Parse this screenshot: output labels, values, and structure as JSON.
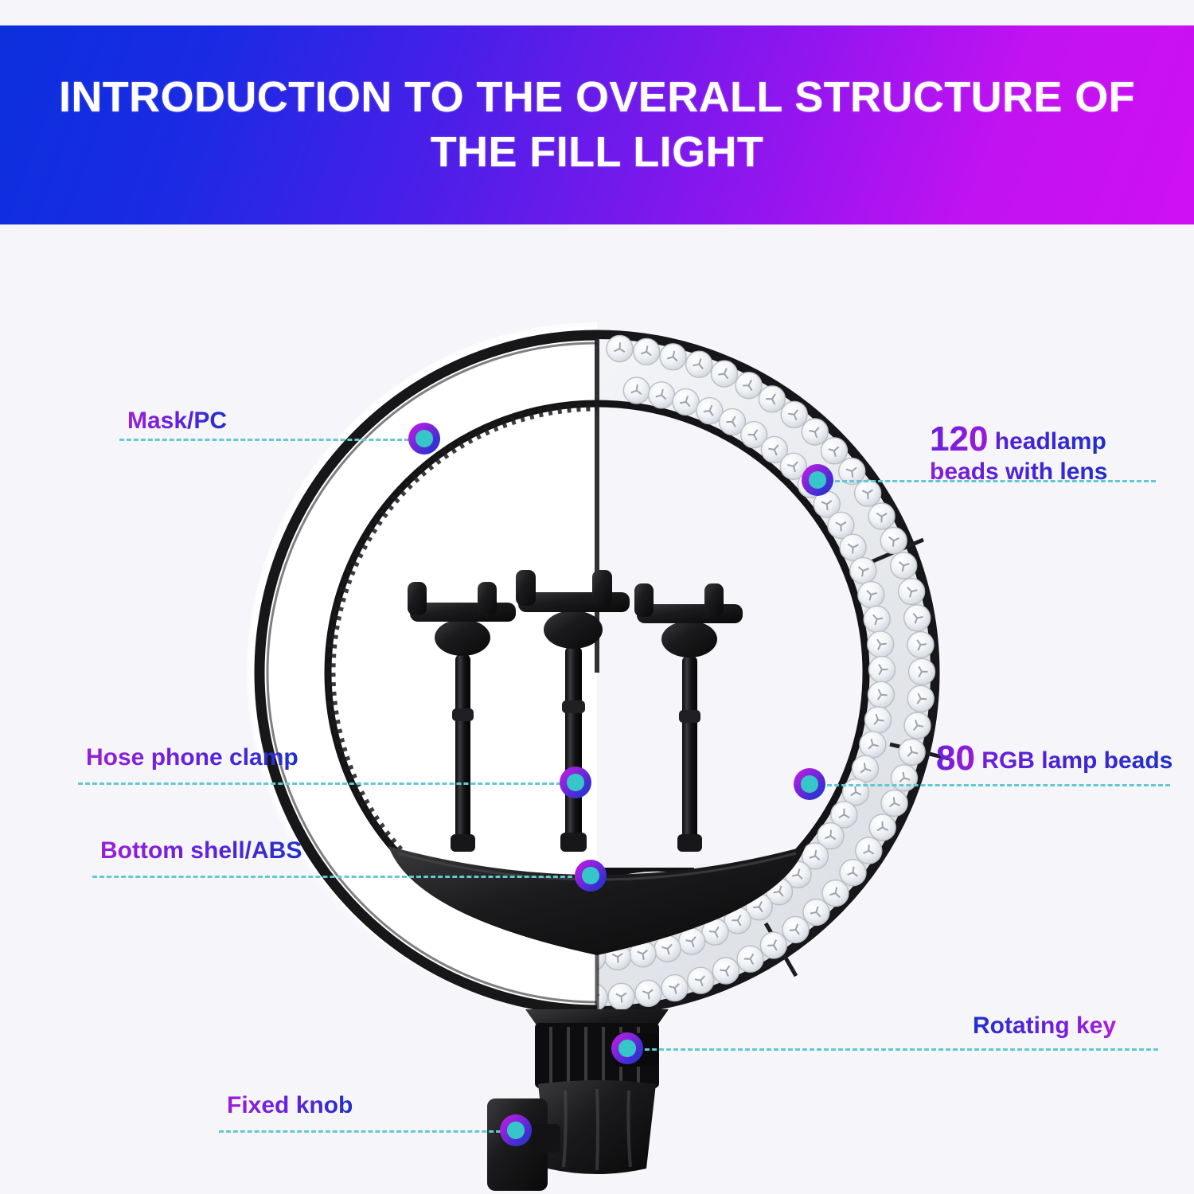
{
  "header": {
    "title_line1": "INTRODUCTION TO THE OVERALL STRUCTURE OF",
    "title_line2": "THE FILL LIGHT",
    "gradient_start": "#0b30dc",
    "gradient_end": "#cf10f4"
  },
  "theme": {
    "background": "#f6f6fa",
    "dash_line": "#63c8d2",
    "dot_ring_start": "#c51fe0",
    "dot_ring_end": "#1f3ad0",
    "dot_center": "#36c6c9",
    "label_purple": "#8a1ed8",
    "label_blue": "#2030cc"
  },
  "callouts": [
    {
      "id": "mask-pc",
      "text": "Mask/PC",
      "side": "left"
    },
    {
      "id": "hose-phone-clamp",
      "text": "Hose phone clamp",
      "side": "left"
    },
    {
      "id": "bottom-shell-abs",
      "text": "Bottom shell/ABS",
      "side": "left"
    },
    {
      "id": "fixed-knob",
      "text": "Fixed knob",
      "side": "left"
    },
    {
      "id": "headlamp-beads",
      "number": "120",
      "text": "headlamp",
      "text2": "beads with lens",
      "side": "right"
    },
    {
      "id": "rgb-lamp-beads",
      "number": "80",
      "text": "RGB lamp beads",
      "side": "right"
    },
    {
      "id": "rotating-key",
      "text": "Rotating key",
      "side": "right"
    }
  ],
  "product": {
    "name": "ring-fill-light",
    "parts": [
      "diffuser-mask",
      "led-ring-120-headlamp-beads",
      "led-ring-80-rgb-beads",
      "phone-clamp-left",
      "phone-clamp-center",
      "phone-clamp-right",
      "bottom-shell",
      "rotating-key",
      "fixed-knob",
      "mount-socket"
    ]
  }
}
